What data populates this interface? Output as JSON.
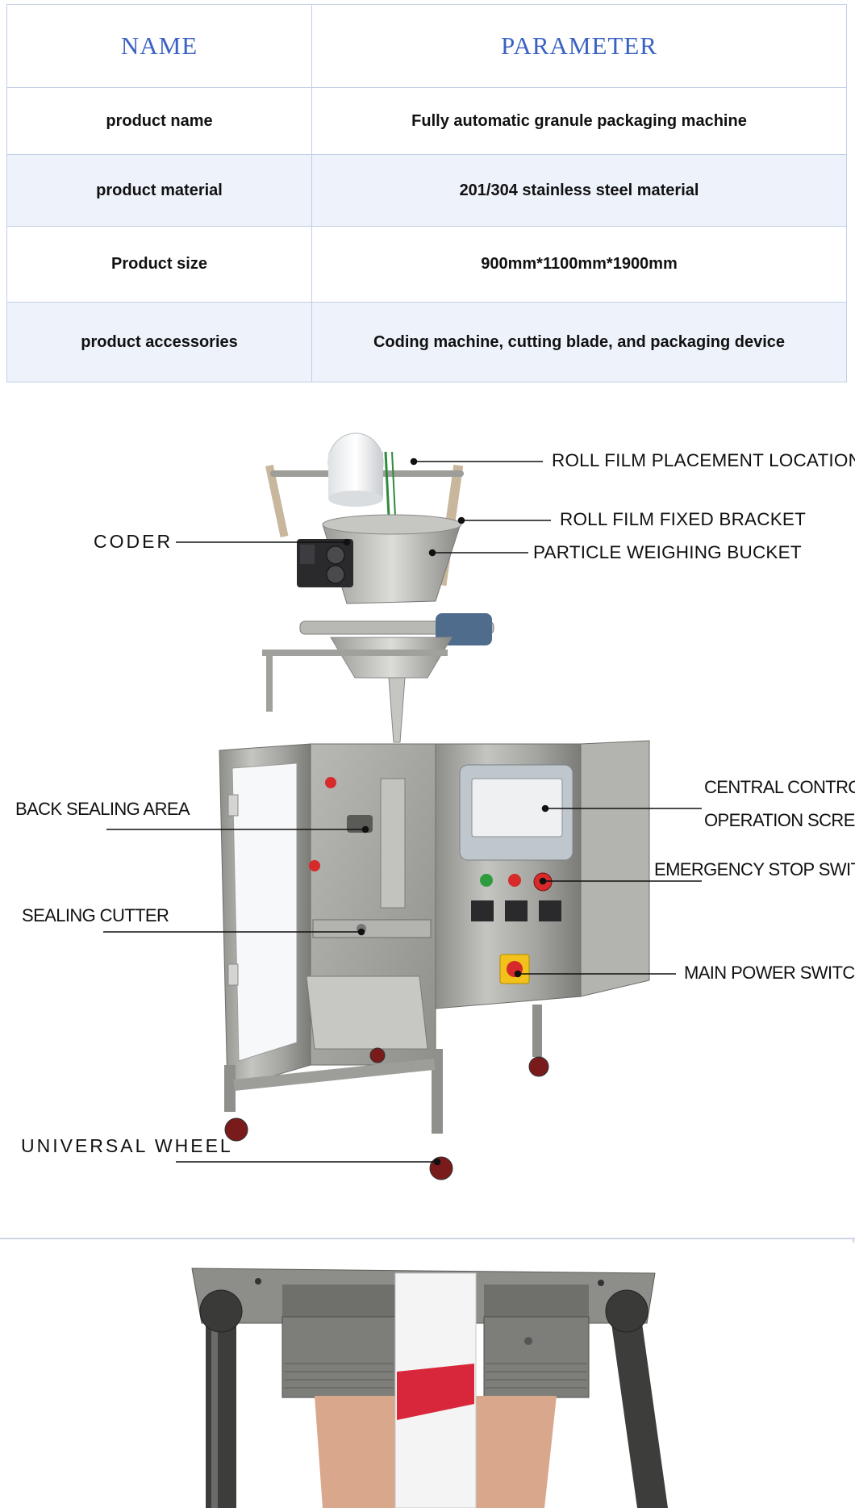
{
  "table": {
    "headers": [
      "NAME",
      "PARAMETER"
    ],
    "rows": [
      {
        "name": "product name",
        "value": "Fully automatic granule packaging machine"
      },
      {
        "name": "product material",
        "value": "201/304 stainless steel material"
      },
      {
        "name": "Product size",
        "value": "900mm*1100mm*1900mm"
      },
      {
        "name": "product accessories",
        "value": "Coding machine, cutting blade, and packaging device"
      }
    ]
  },
  "diagram": {
    "labels": {
      "roll_film_placement": "ROLL FILM PLACEMENT LOCATION",
      "roll_film_bracket": "ROLL FILM FIXED BRACKET",
      "coder": "CODER",
      "weighing_bucket": "PARTICLE WEIGHING BUCKET",
      "back_sealing": "BACK SEALING AREA",
      "control_screen_1": "CENTRAL CONTROL",
      "control_screen_2": "OPERATION SCREEN",
      "emergency_stop": "EMERGENCY STOP SWITCH",
      "sealing_cutter": "SEALING CUTTER",
      "main_power": "MAIN POWER SWITCH",
      "universal_wheel": "UNIVERSAL WHEEL"
    }
  },
  "colors": {
    "header_text": "#3b62c4",
    "alt_row": "#eef2fb",
    "steel": "#a8a9a4",
    "red_knob": "#d72a2a",
    "yellow_switch": "#f3c21a"
  }
}
